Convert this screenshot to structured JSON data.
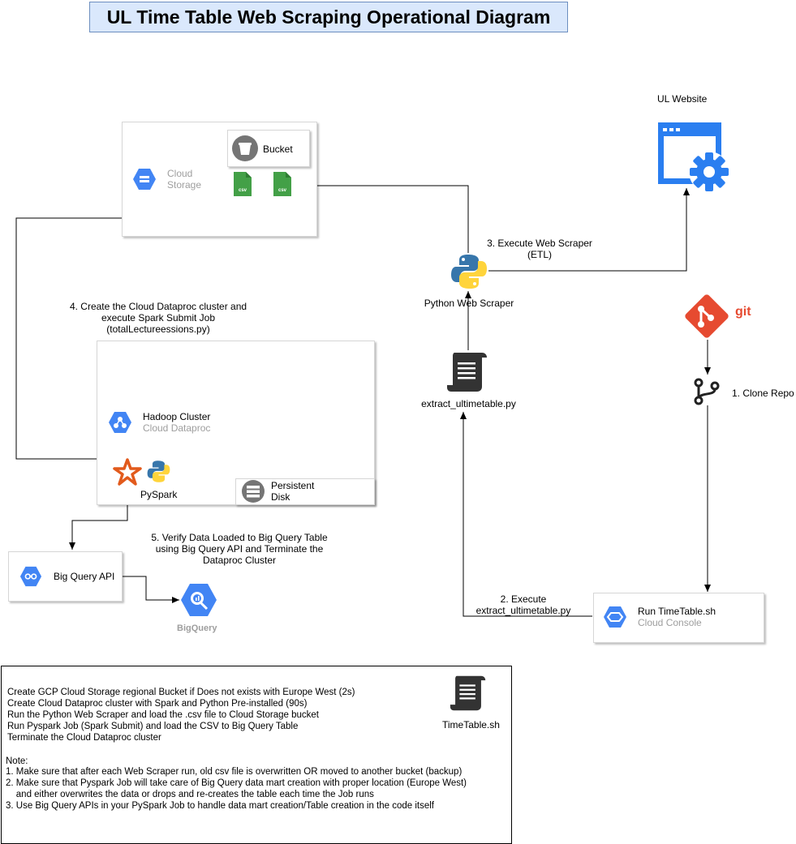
{
  "title": "UL Time Table Web Scraping Operational Diagram",
  "cloud_storage": {
    "name_line1": "Cloud",
    "name_line2": "Storage",
    "bucket_label": "Bucket",
    "file1": "csv",
    "file2": "csv"
  },
  "ul_website": {
    "label": "UL Website"
  },
  "git": {
    "label": "git"
  },
  "python_scraper": {
    "label": "Python Web Scraper"
  },
  "extract_script": {
    "label": "extract_ultimetable.py"
  },
  "hadoop": {
    "name": "Hadoop Cluster",
    "sub": "Cloud Dataproc",
    "pyspark_label": "PySpark",
    "disk_line1": "Persistent",
    "disk_line2": "Disk"
  },
  "bigquery_api": {
    "label": "Big Query API"
  },
  "bigquery": {
    "label": "BigQuery"
  },
  "cloud_console": {
    "name": "Run TimeTable.sh",
    "sub": "Cloud Console"
  },
  "steps": {
    "s1": "1. Clone Repo",
    "s2_line1": "2. Execute",
    "s2_line2": "extract_ultimetable.py",
    "s3_line1": "3. Execute Web Scraper",
    "s3_line2": "(ETL)",
    "s4_line1": "4. Create the Cloud Dataproc cluster and",
    "s4_line2": "execute Spark Submit Job",
    "s4_line3": "(totalLectureessions.py)",
    "s5_line1": "5. Verify Data Loaded to Big Query Table",
    "s5_line2": "using Big Query API and Terminate the",
    "s5_line3": "Dataproc Cluster"
  },
  "notes": {
    "steps": [
      "Create GCP Cloud Storage regional Bucket if Does not exists with Europe West (2s)",
      "Create Cloud Dataproc cluster with Spark and Python Pre-installed (90s)",
      "Run the Python Web Scraper and load the .csv file to Cloud Storage bucket",
      "Run Pyspark Job (Spark Submit) and load the CSV to Big Query Table",
      "Terminate the Cloud Dataproc cluster"
    ],
    "note_title": "Note:",
    "note_lines": [
      "1. Make sure that after each Web Scraper run, old csv file is overwritten OR moved to another bucket (backup)",
      "2. Make sure that Pyspark Job will take care of Big Query data mart creation with proper location (Europe West)",
      "    and either overwrites the data or drops and re-creates the table each time the Job runs",
      "3. Use Big Query APIs in your PySpark Job to handle data mart creation/Table creation in the code itself"
    ],
    "script_label": "TimeTable.sh"
  },
  "colors": {
    "gcp_blue": "#4285f4",
    "csv_green": "#43a047",
    "git_red": "#e64a30",
    "python_blue": "#3776ab",
    "python_yellow": "#ffd43b",
    "spark_orange": "#e25a1c"
  }
}
